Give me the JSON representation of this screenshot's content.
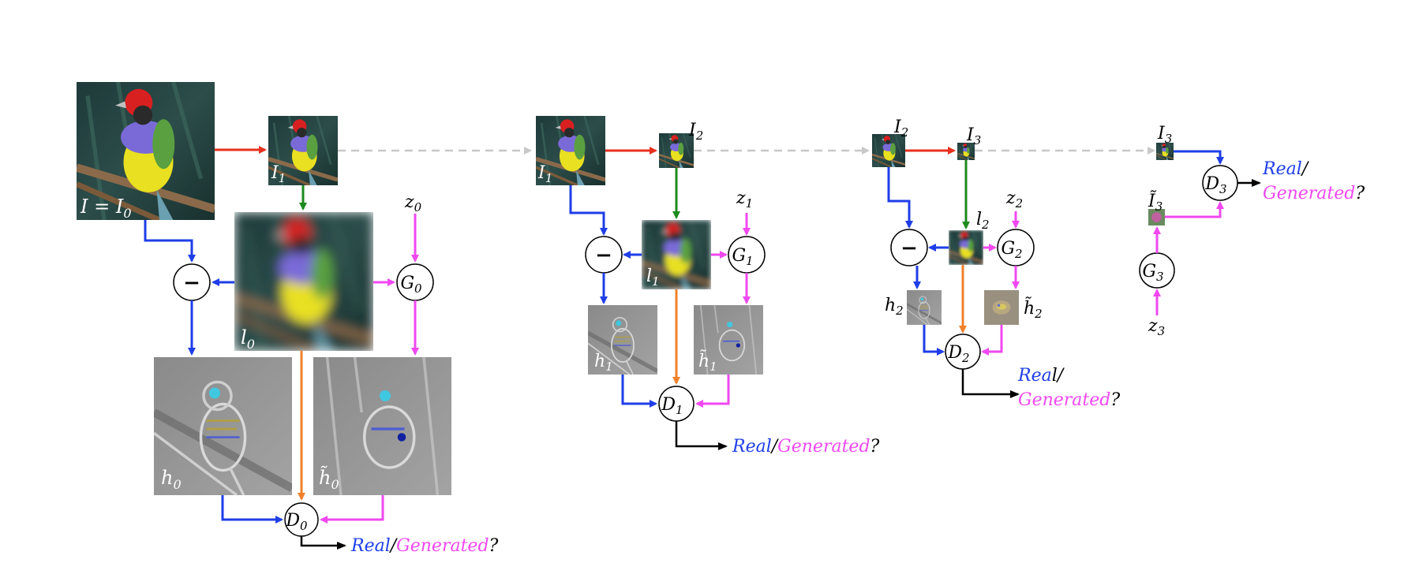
{
  "colors": {
    "blue": "#1f3ee8",
    "red": "#e8301e",
    "green": "#1d8a1d",
    "magenta": "#f048f0",
    "orange": "#f0802a",
    "gray": "#c8c8c8",
    "black": "#000000"
  },
  "image_labels": {
    "I0": "I = I",
    "I0_sub": "0",
    "l0": "l",
    "l0_sub": "0",
    "h0": "h",
    "h0_sub": "0",
    "hh0": "h̃",
    "hh0_sub": "0",
    "I1": "I",
    "I1_sub": "1",
    "l1": "l",
    "l1_sub": "1",
    "h1": "h",
    "h1_sub": "1",
    "hh1": "h̃",
    "hh1_sub": "1",
    "I2": "I",
    "I2_sub": "2",
    "l2": "l",
    "l2_sub": "2",
    "h2": "h",
    "h2_sub": "2",
    "hh2": "h̃",
    "hh2_sub": "2",
    "I3": "I",
    "I3_sub": "3",
    "II3": "Ĩ",
    "II3_sub": "3"
  },
  "nodes": {
    "minus": "−",
    "G0": "G",
    "G0_sub": "0",
    "G1": "G",
    "G1_sub": "1",
    "G2": "G",
    "G2_sub": "2",
    "G3": "G",
    "G3_sub": "3",
    "D0": "D",
    "D0_sub": "0",
    "D1": "D",
    "D1_sub": "1",
    "D2": "D",
    "D2_sub": "2",
    "D3": "D",
    "D3_sub": "3",
    "z0": "z",
    "z0_sub": "0",
    "z1": "z",
    "z1_sub": "1",
    "z2": "z",
    "z2_sub": "2",
    "z3": "z",
    "z3_sub": "3"
  },
  "outputs": {
    "real": "Real",
    "slash": "/",
    "generated": "Generated",
    "question": "?",
    "real_a": "Rea",
    "real_b": "l"
  }
}
